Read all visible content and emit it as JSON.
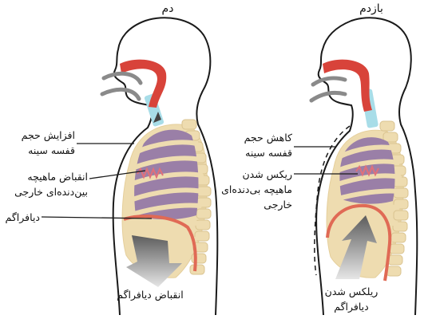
{
  "panels": {
    "inhale": {
      "title": "دم",
      "labels": {
        "chest_volume": [
          "افزایش حجم",
          "قفسه سینه"
        ],
        "intercostal": [
          "انقباض ماهیچه",
          "بین‌دنده‌ای خارجی"
        ],
        "diaphragm": "دیافراگم",
        "diaphragm_action": "انقباض دیافراگم"
      }
    },
    "exhale": {
      "title": "بازدم",
      "labels": {
        "chest_volume": [
          "کاهش حجم",
          "قفسه سینه"
        ],
        "intercostal": [
          "ریکس شدن",
          "ماهیچه بی‌دنده‌ای",
          "خارجی"
        ],
        "diaphragm_action": [
          "ریلکس شدن",
          "دیافراگم"
        ]
      }
    }
  },
  "colors": {
    "body_outline": "#1a1a1a",
    "airway": "#d8433a",
    "trachea": "#a8dde8",
    "lung": "#9a7fa7",
    "ribcage": "#eedcb0",
    "intercostal_muscle": "#e0707a",
    "diaphragm": "#e06a55",
    "arrow": "#8a8a8a"
  }
}
